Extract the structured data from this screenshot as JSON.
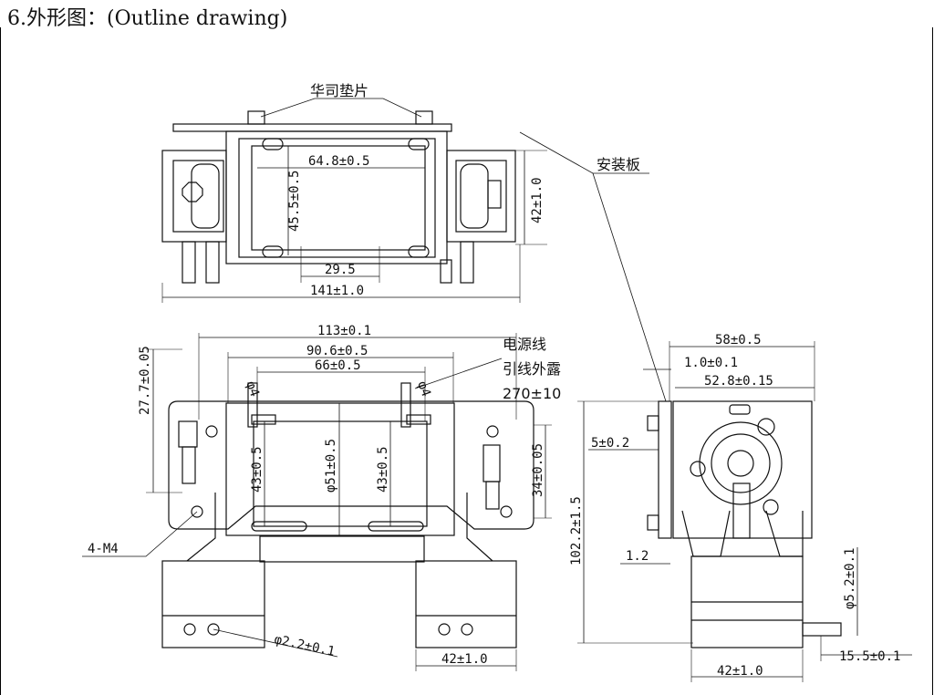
{
  "title": "6.外形图：(Outline drawing)",
  "callouts": {
    "washer": "华司垫片",
    "mount_plate": "安装板",
    "power_line_1": "电源线",
    "power_line_2": "引线外露",
    "power_line_3": "270±10",
    "screws": "4-M4"
  },
  "top_view": {
    "d_64_8": "64.8±0.5",
    "d_45_5": "45.5±0.5",
    "d_42": "42±1.0",
    "d_29_5": "29.5",
    "d_141": "141±1.0"
  },
  "front_view": {
    "d_113": "113±0.1",
    "d_90_6": "90.6±0.5",
    "d_66": "66±0.5",
    "d_27_7": "27.7±0.05",
    "d_43_left": "43±0.5",
    "d_51": "φ51±0.5",
    "d_43_right": "43±0.5",
    "d_34": "34±0.05",
    "d_4_left": "φ4",
    "d_4_right": "φ4",
    "d_2_2": "φ2.2±0.1",
    "d_42_bottom": "42±1.0"
  },
  "side_view": {
    "d_58": "58±0.5",
    "d_1_0": "1.0±0.1",
    "d_52_8": "52.8±0.15",
    "d_5": "5±0.2",
    "d_102_2": "102.2±1.5",
    "d_1_2": "1.2",
    "d_5_2": "φ5.2±0.1",
    "d_15_5": "15.5±0.1",
    "d_42_bottom": "42±1.0"
  }
}
